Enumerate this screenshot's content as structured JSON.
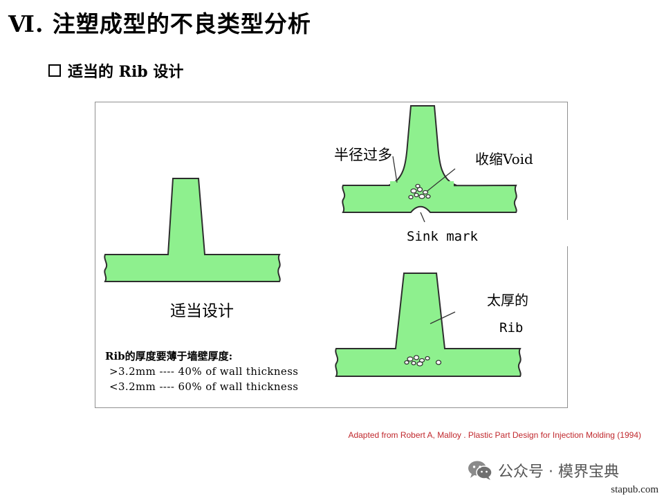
{
  "slide": {
    "title": "Ⅵ. 注塑成型的不良类型分析",
    "subtitle": "适当的 Rib 设计"
  },
  "figure": {
    "good_design_label": "适当设计",
    "radius_label": "半径过多",
    "void_label": "收缩Void",
    "sink_label": "Sink mark",
    "thick_label_line1": "太厚的",
    "thick_label_line2": "Rib",
    "note_heading": "Rib的厚度要薄于墙壁厚度:",
    "note_line1": ">3.2mm ---- 40% of wall thickness",
    "note_line2": "<3.2mm ---- 60% of wall thickness",
    "colors": {
      "part_fill": "#8ef08e",
      "part_stroke": "#2d2d2d",
      "leader": "#333333"
    }
  },
  "footer": {
    "citation": "Adapted from Robert A, Malloy . Plastic Part Design for Injection Molding (1994)",
    "wechat_icon": "wechat-icon",
    "wechat_text": "公众号 · 模界宝典",
    "site": "stapub.com"
  }
}
